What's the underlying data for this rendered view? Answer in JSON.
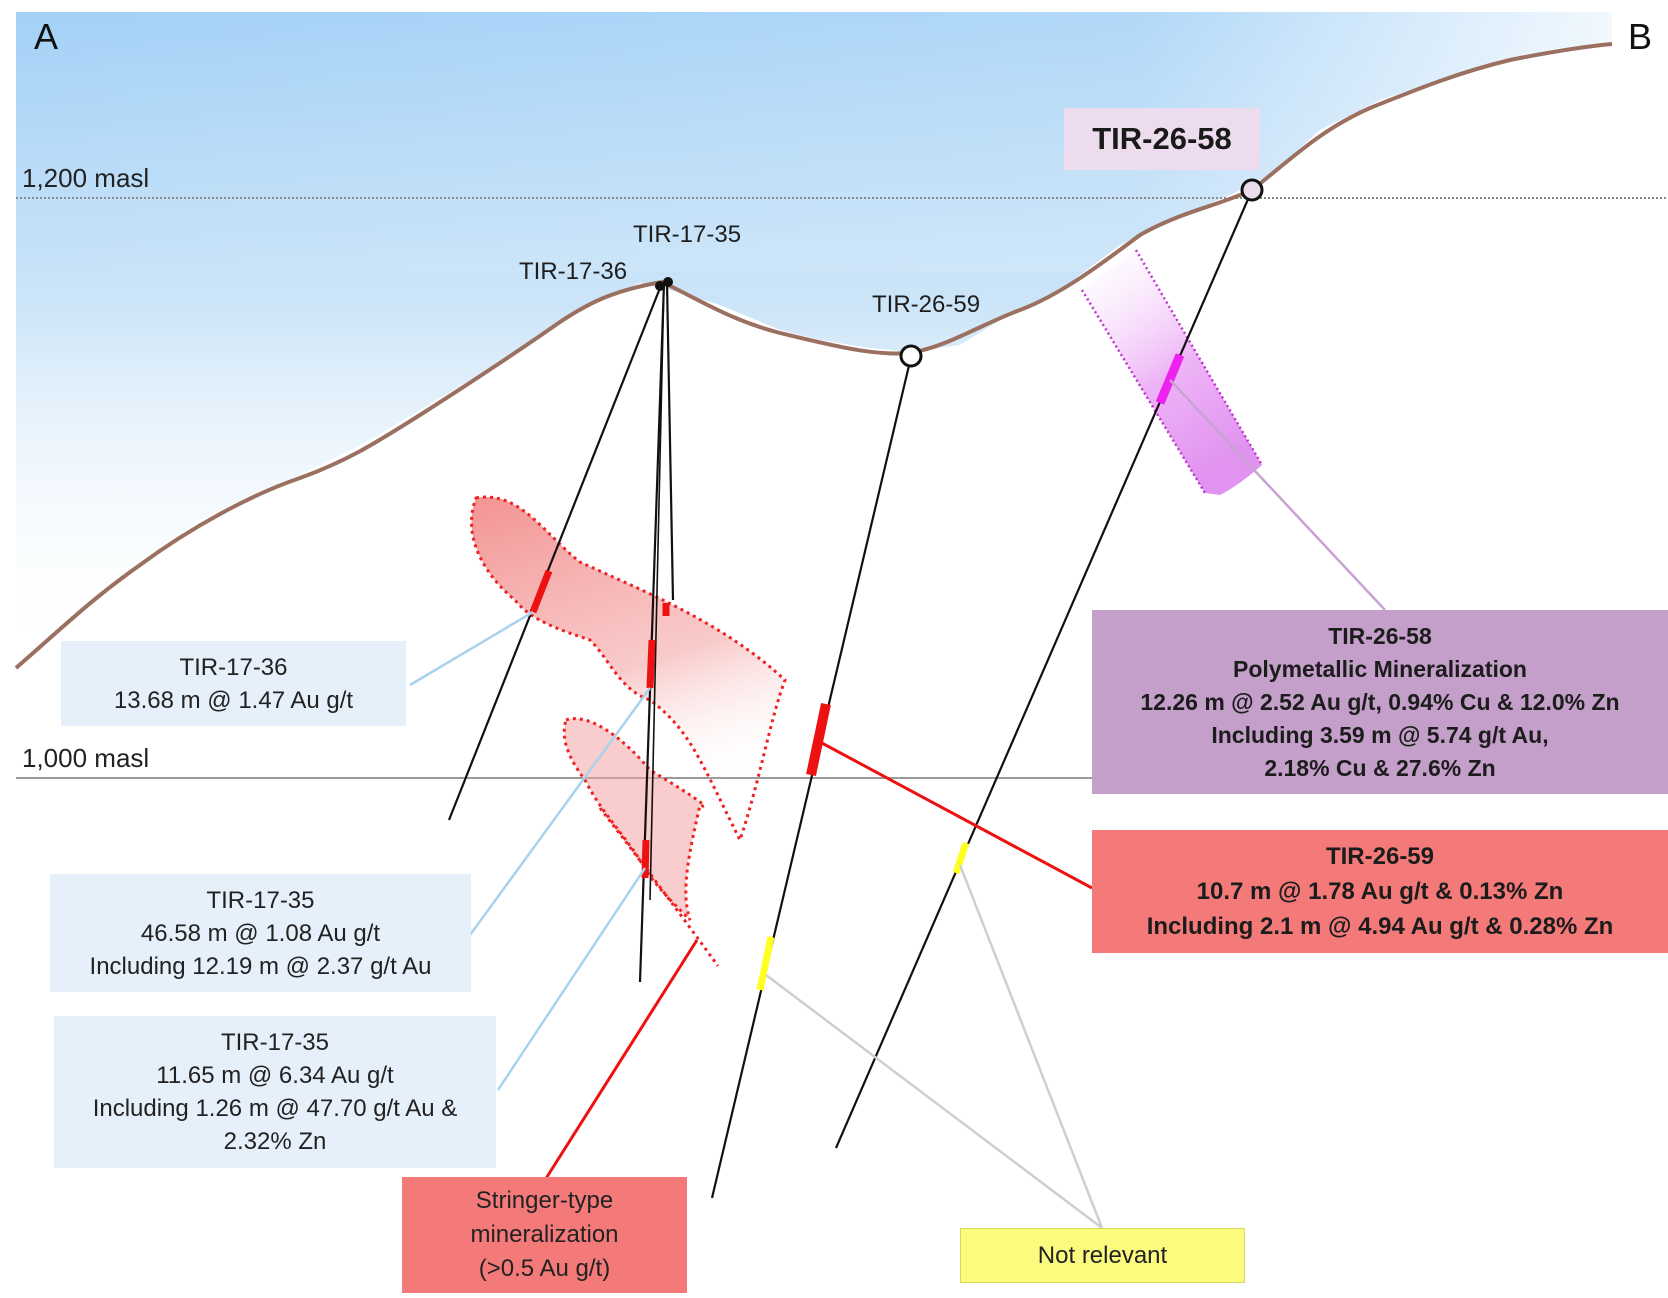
{
  "section": {
    "start_label": "A",
    "end_label": "B"
  },
  "elevations": [
    "1,200 masl",
    "1,000 masl"
  ],
  "holes": {
    "tir_17_35": "TIR-17-35",
    "tir_17_36": "TIR-17-36",
    "tir_26_59": "TIR-26-59",
    "tir_26_58": "TIR-26-58"
  },
  "callouts": {
    "tir_17_36": [
      "TIR-17-36",
      "13.68 m @ 1.47 Au g/t"
    ],
    "tir_17_35_upper": [
      "TIR-17-35",
      "46.58 m @ 1.08 Au g/t",
      "Including 12.19 m @ 2.37 g/t Au"
    ],
    "tir_17_35_lower": [
      "TIR-17-35",
      "11.65 m @ 6.34 Au g/t",
      "Including  1.26 m @ 47.70 g/t Au &",
      "2.32% Zn"
    ],
    "tir_26_58": [
      "TIR-26-58",
      "Polymetallic Mineralization",
      "12.26 m @ 2.52 Au g/t, 0.94% Cu & 12.0% Zn",
      "Including 3.59 m @ 5.74 g/t Au,",
      "2.18% Cu & 27.6% Zn"
    ],
    "tir_26_59": [
      "TIR-26-59",
      "10.7 m @ 1.78 Au g/t & 0.13% Zn",
      "Including 2.1 m @ 4.94 Au g/t & 0.28% Zn"
    ],
    "stringer": [
      "Stringer-type",
      "mineralization",
      "(>0.5 Au g/t)"
    ],
    "not_relevant": "Not relevant"
  },
  "colors": {
    "terrain": "#9b7060",
    "sky": "#aad4f7",
    "stringer_zone": "#f08080",
    "polymetallic_zone": "#e38cf0",
    "interval_red": "#ee1111",
    "interval_magenta": "#ee22ee",
    "interval_yellow": "#ffff22"
  }
}
